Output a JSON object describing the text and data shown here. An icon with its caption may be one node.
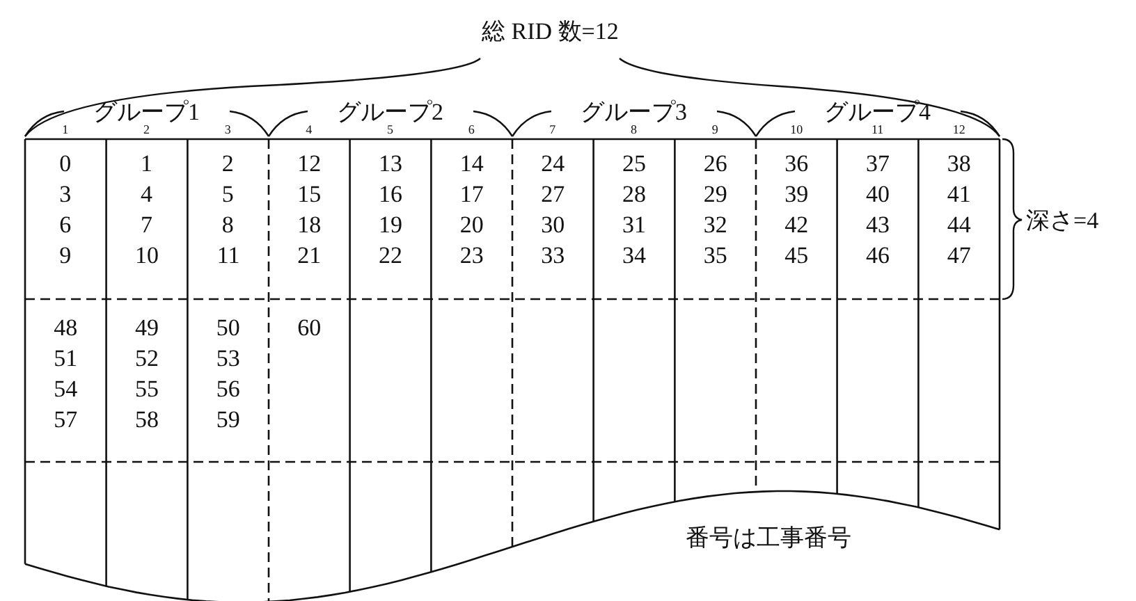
{
  "diagram": {
    "labels": [
      "総 RID 数=12",
      "グループ1",
      "グループ2",
      "グループ3",
      "グループ4",
      "1",
      "2",
      "3",
      "4",
      "5",
      "6",
      "7",
      "8",
      "9",
      "10",
      "11",
      "12",
      "0",
      "1",
      "2",
      "12",
      "13",
      "14",
      "24",
      "25",
      "26",
      "36",
      "37",
      "38",
      "3",
      "4",
      "5",
      "15",
      "16",
      "17",
      "27",
      "28",
      "29",
      "39",
      "40",
      "41",
      "6",
      "7",
      "8",
      "18",
      "19",
      "20",
      "30",
      "31",
      "32",
      "42",
      "43",
      "44",
      "9",
      "10",
      "11",
      "21",
      "22",
      "23",
      "33",
      "34",
      "35",
      "45",
      "46",
      "47",
      "48",
      "49",
      "50",
      "60",
      "51",
      "52",
      "53",
      "54",
      "55",
      "56",
      "57",
      "58",
      "59",
      "深さ=4",
      "番号は工事番号"
    ]
  }
}
